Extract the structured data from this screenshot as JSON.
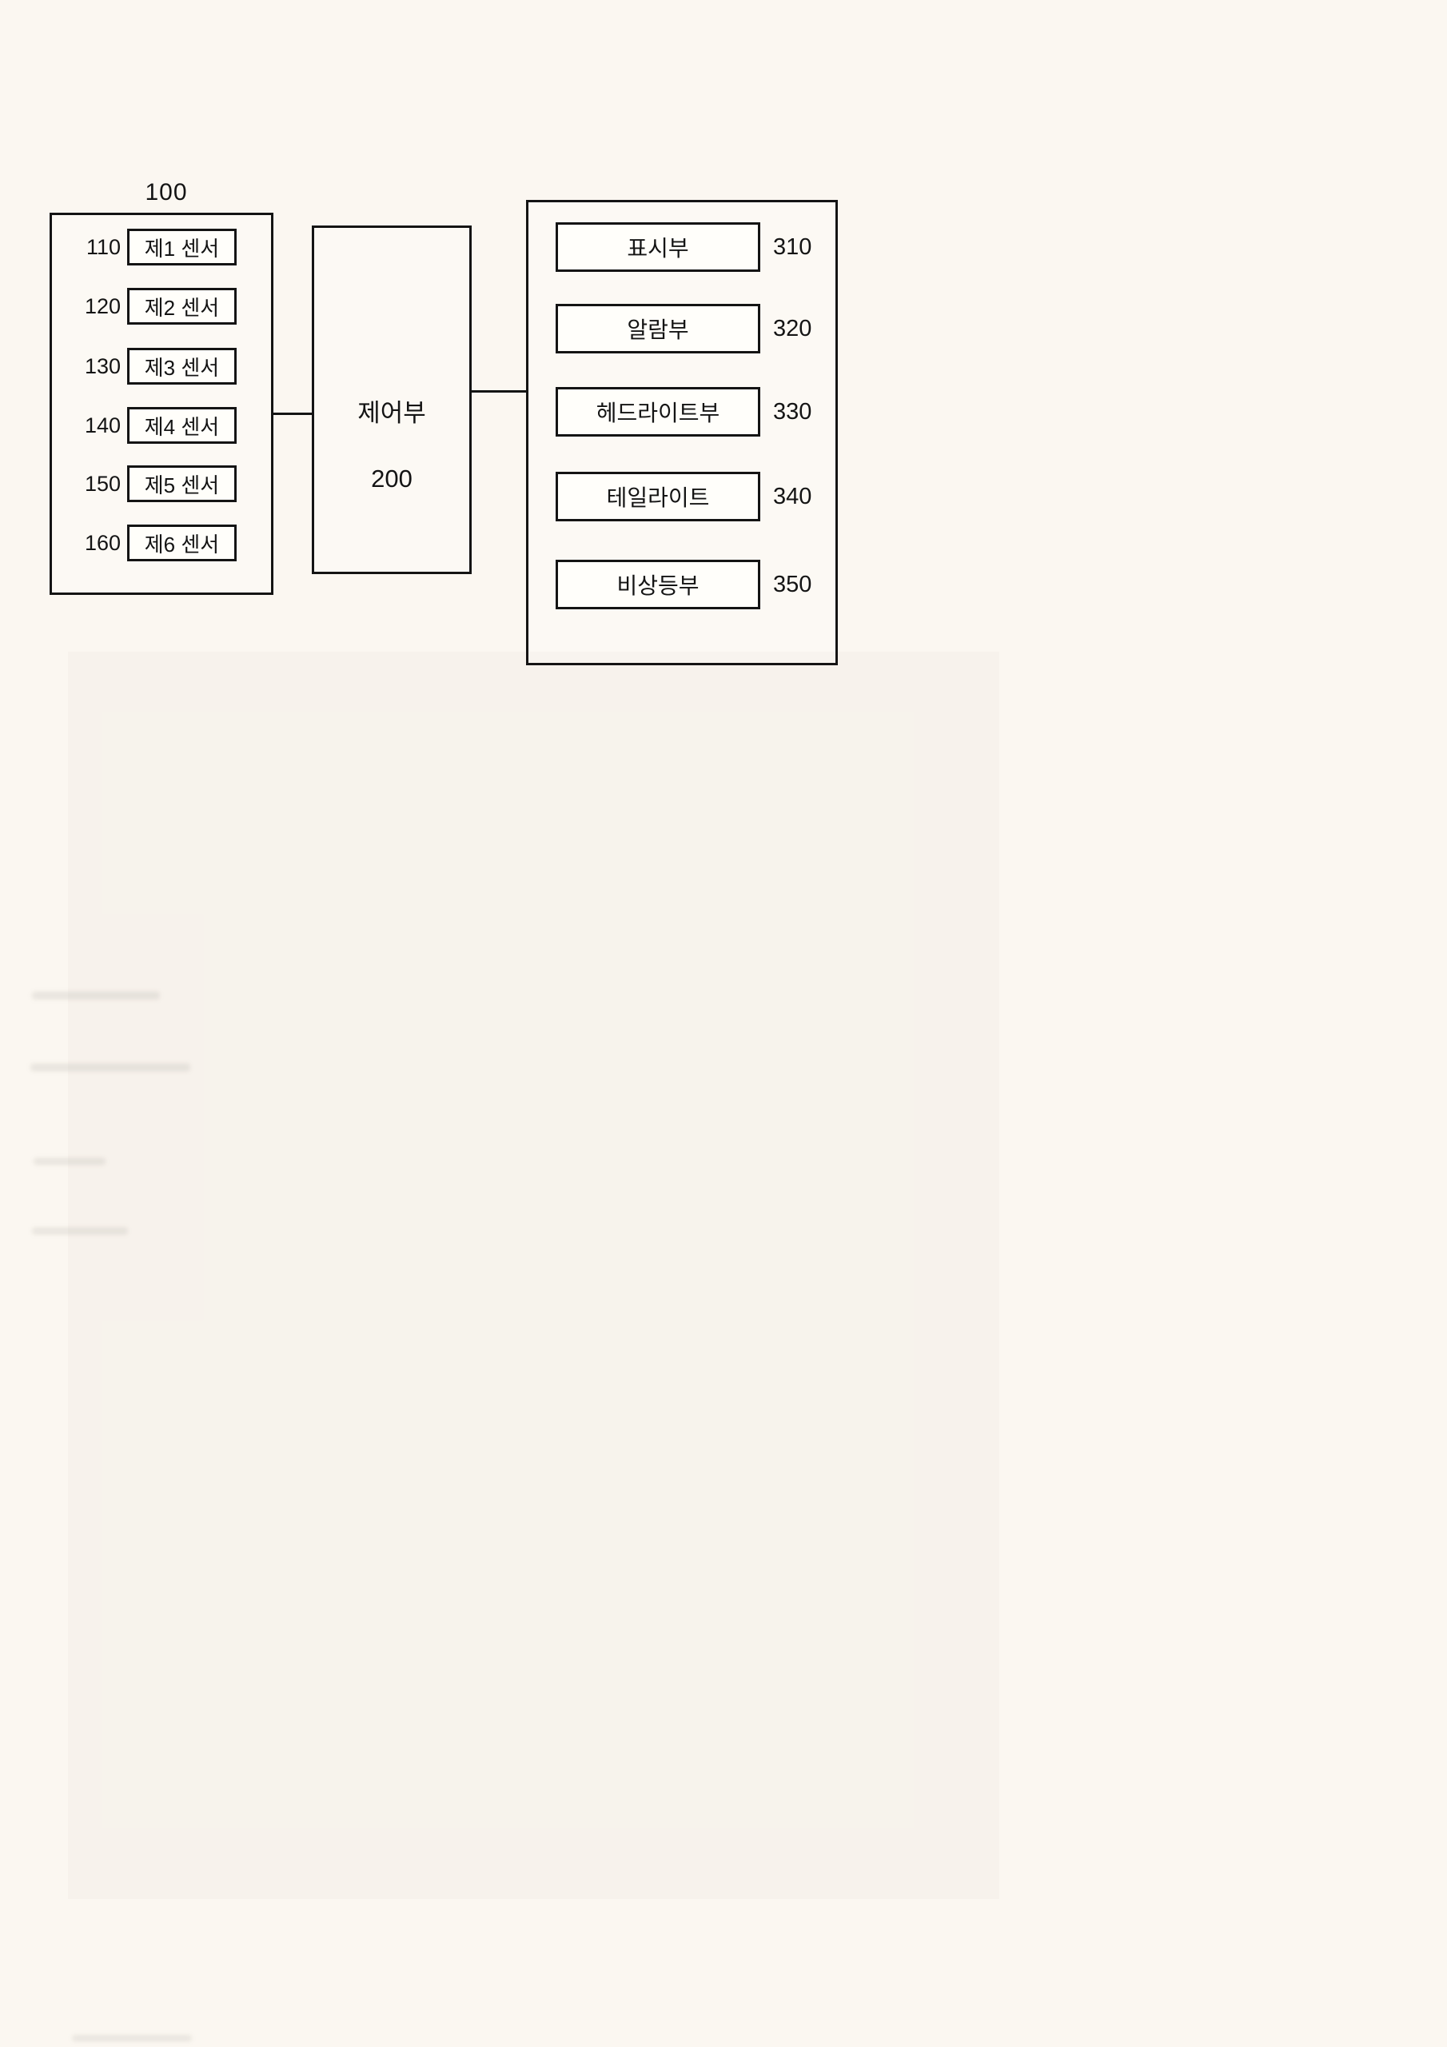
{
  "diagram": {
    "sensor_group": {
      "ref": "100",
      "sensors": [
        {
          "ref": "110",
          "label": "제1 센서"
        },
        {
          "ref": "120",
          "label": "제2 센서"
        },
        {
          "ref": "130",
          "label": "제3 센서"
        },
        {
          "ref": "140",
          "label": "제4 센서"
        },
        {
          "ref": "150",
          "label": "제5 센서"
        },
        {
          "ref": "160",
          "label": "제6 센서"
        }
      ]
    },
    "controller": {
      "label": "제어부",
      "ref": "200"
    },
    "output_group": {
      "units": [
        {
          "ref": "310",
          "label": "표시부"
        },
        {
          "ref": "320",
          "label": "알람부"
        },
        {
          "ref": "330",
          "label": "헤드라이트부"
        },
        {
          "ref": "340",
          "label": "테일라이트"
        },
        {
          "ref": "350",
          "label": "비상등부"
        }
      ]
    }
  }
}
